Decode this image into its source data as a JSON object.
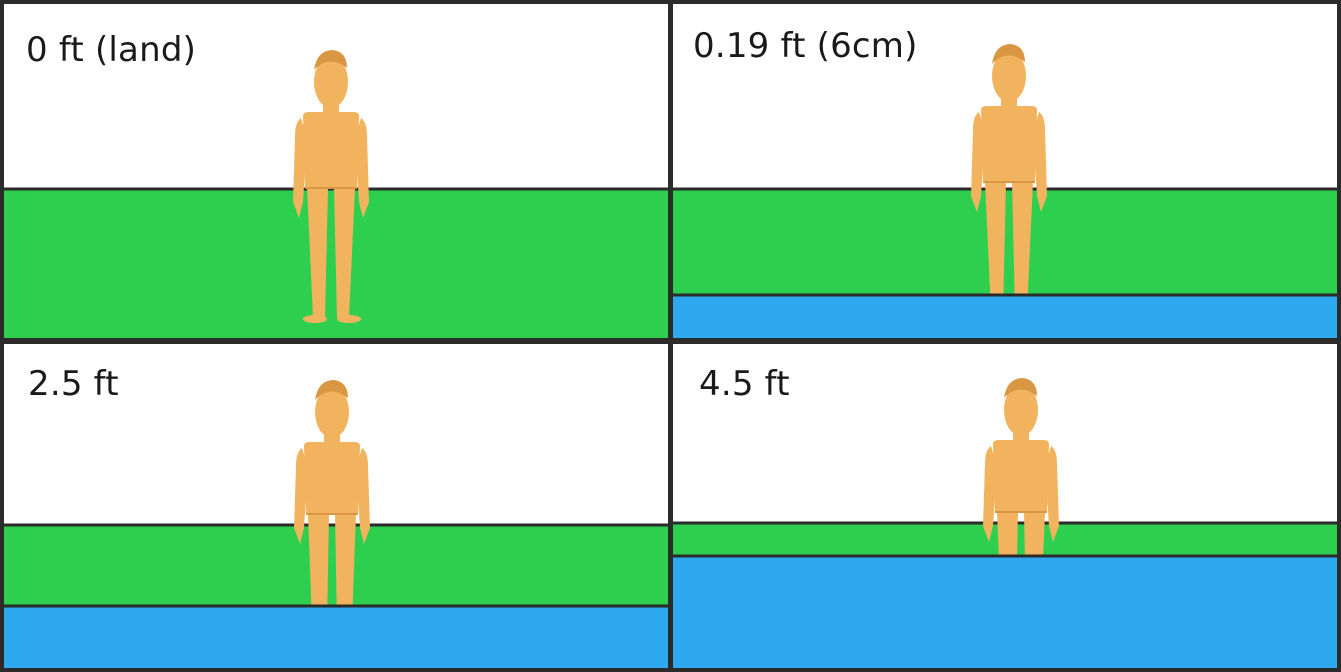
{
  "colors": {
    "sky": "#ffffff",
    "land": "#2ecf4f",
    "water": "#2ea8ee",
    "figure": "#f2b35e",
    "figure_shade": "#d99744",
    "divider": "#2b2b2b"
  },
  "panels": [
    {
      "id": "land",
      "label": "0 ft (land)",
      "water_depth_ft": 0
    },
    {
      "id": "shallow",
      "label": "0.19 ft (6cm)",
      "water_depth_ft": 0.19
    },
    {
      "id": "waist",
      "label": "2.5 ft",
      "water_depth_ft": 2.5
    },
    {
      "id": "chest",
      "label": "4.5 ft",
      "water_depth_ft": 4.5
    }
  ]
}
